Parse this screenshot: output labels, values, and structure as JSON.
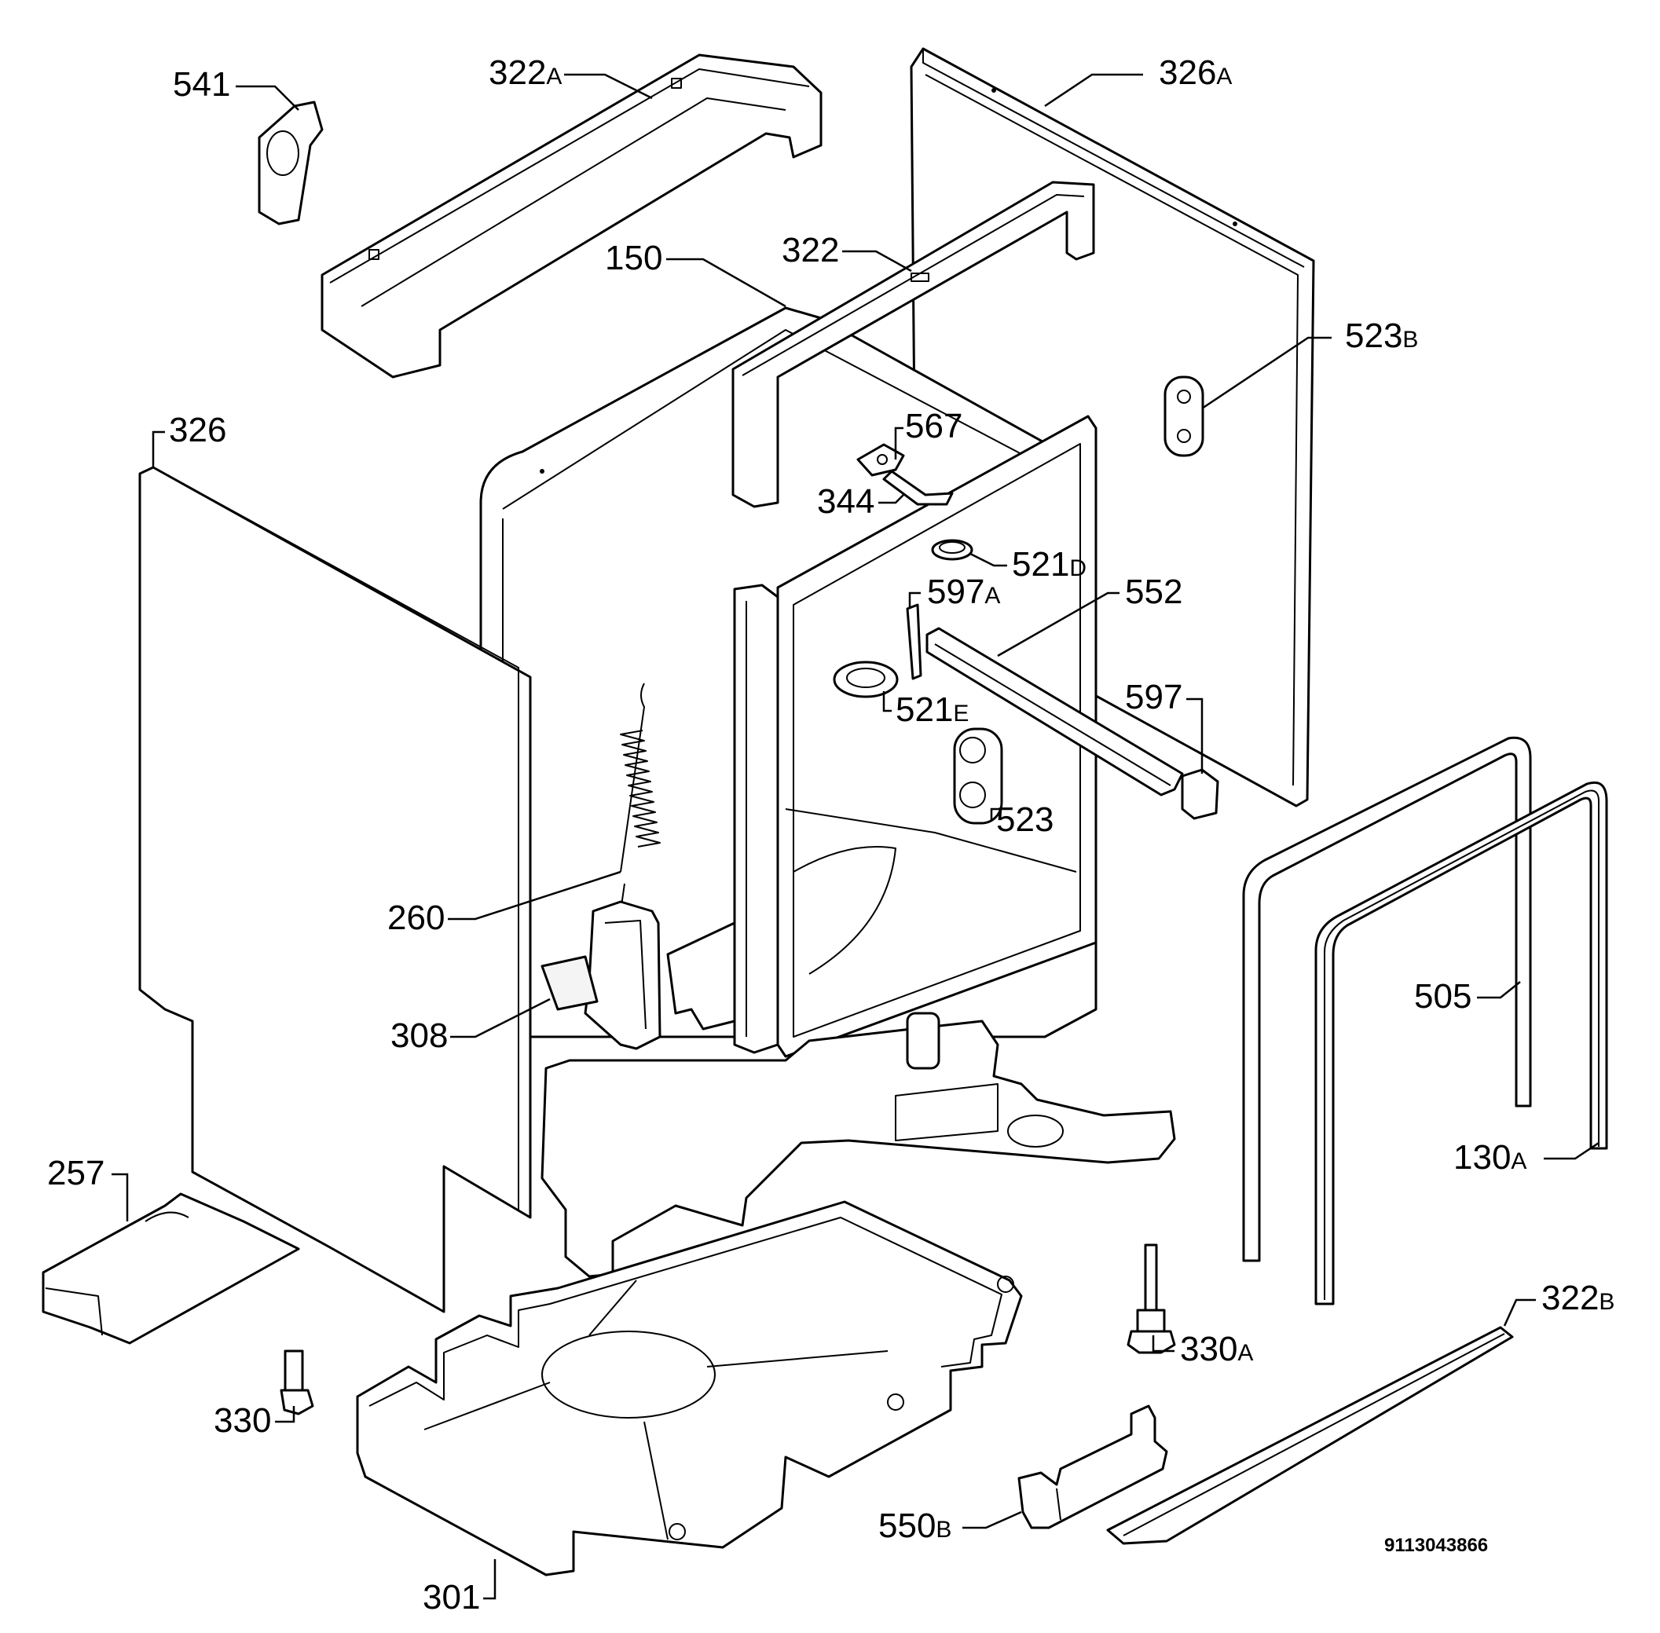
{
  "diagram": {
    "document_number": "9113043866",
    "callouts": [
      {
        "id": "541",
        "number": "541",
        "suffix": ""
      },
      {
        "id": "322A",
        "number": "322",
        "suffix": "A"
      },
      {
        "id": "326A",
        "number": "326",
        "suffix": "A"
      },
      {
        "id": "322",
        "number": "322",
        "suffix": ""
      },
      {
        "id": "150",
        "number": "150",
        "suffix": ""
      },
      {
        "id": "523B",
        "number": "523",
        "suffix": "B"
      },
      {
        "id": "567",
        "number": "567",
        "suffix": ""
      },
      {
        "id": "326",
        "number": "326",
        "suffix": ""
      },
      {
        "id": "344",
        "number": "344",
        "suffix": ""
      },
      {
        "id": "521D",
        "number": "521",
        "suffix": "D"
      },
      {
        "id": "597A",
        "number": "597",
        "suffix": "A"
      },
      {
        "id": "552",
        "number": "552",
        "suffix": ""
      },
      {
        "id": "521E",
        "number": "521",
        "suffix": "E"
      },
      {
        "id": "597",
        "number": "597",
        "suffix": ""
      },
      {
        "id": "523",
        "number": "523",
        "suffix": ""
      },
      {
        "id": "260",
        "number": "260",
        "suffix": ""
      },
      {
        "id": "505",
        "number": "505",
        "suffix": ""
      },
      {
        "id": "308",
        "number": "308",
        "suffix": ""
      },
      {
        "id": "130A",
        "number": "130",
        "suffix": "A"
      },
      {
        "id": "257",
        "number": "257",
        "suffix": ""
      },
      {
        "id": "330A",
        "number": "330",
        "suffix": "A"
      },
      {
        "id": "322B",
        "number": "322",
        "suffix": "B"
      },
      {
        "id": "330",
        "number": "330",
        "suffix": ""
      },
      {
        "id": "550B",
        "number": "550",
        "suffix": "B"
      },
      {
        "id": "301",
        "number": "301",
        "suffix": ""
      }
    ]
  }
}
